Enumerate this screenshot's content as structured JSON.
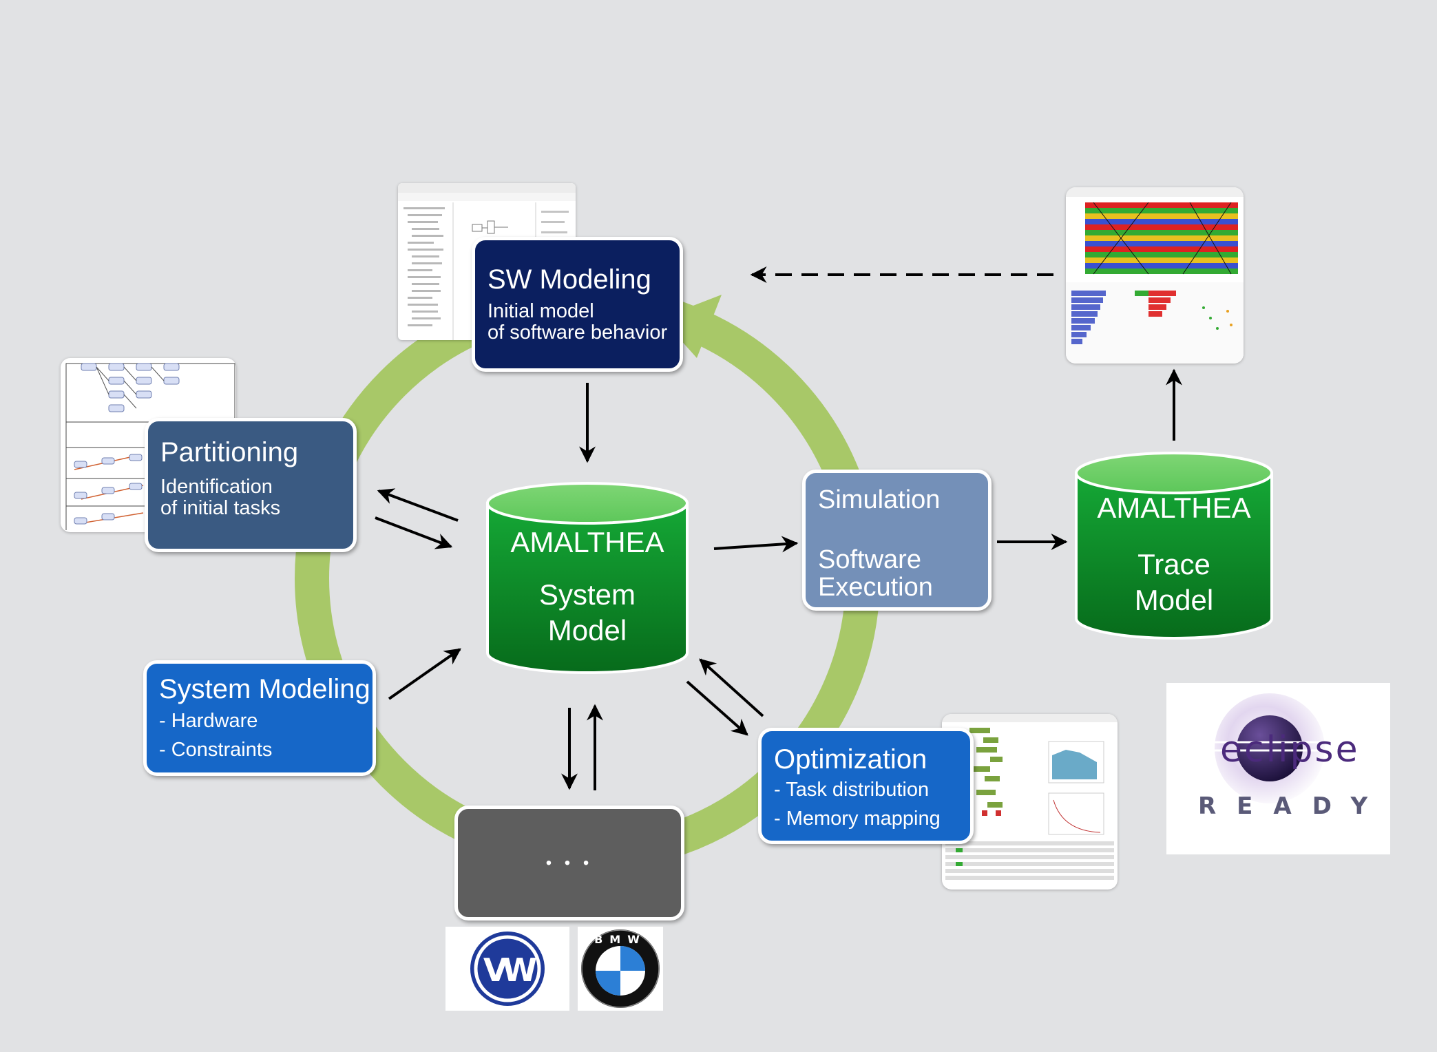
{
  "sw_modeling": {
    "title": "SW Modeling",
    "line1": "Initial model",
    "line2": "of software behavior"
  },
  "partitioning": {
    "title": "Partitioning",
    "line1": "Identification",
    "line2": "of initial tasks"
  },
  "system_modeling": {
    "title": "System Modeling",
    "item1": "- Hardware",
    "item2": "- Constraints"
  },
  "simulation": {
    "title": "Simulation",
    "line1": "Software",
    "line2": "Execution"
  },
  "optimization": {
    "title": "Optimization",
    "item1": "- Task distribution",
    "item2": "- Memory mapping"
  },
  "more_box": {
    "label": "• • •"
  },
  "system_model": {
    "line1": "AMALTHEA",
    "line2": "System",
    "line3": "Model"
  },
  "trace_model": {
    "line1": "AMALTHEA",
    "line2": "Trace",
    "line3": "Model"
  },
  "eclipse_logo": {
    "word": "eclipse",
    "subword": "READY"
  },
  "vw_logo": {
    "text": "VW"
  },
  "bmw_logo": {
    "text": "BMW"
  },
  "colors": {
    "background": "#e1e2e4",
    "cycle_ring": "#a8c868",
    "navy": "#0b1f5f",
    "slate": "#3a5a82",
    "blue": "#1667c8",
    "light_slate": "#7490b8",
    "dark_gray": "#5e5e5e",
    "green": "#0f8f2b"
  }
}
